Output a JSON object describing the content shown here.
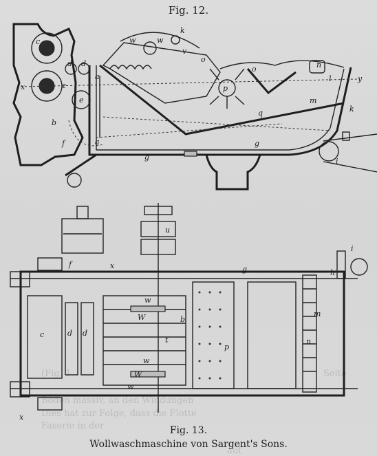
{
  "fig12": {
    "caption": "Fig. 12.",
    "labels": [
      "c",
      "z",
      "d",
      "d",
      "e",
      "b",
      "f",
      "x",
      "a",
      "a",
      "k",
      "w",
      "w",
      "v",
      "o",
      "p",
      "q",
      "o",
      "n",
      "l",
      "y",
      "m",
      "k",
      "i",
      "g",
      "g"
    ]
  },
  "fig13": {
    "caption": "Fig. 13.",
    "labels": [
      "u",
      "f",
      "x",
      "c",
      "d",
      "d",
      "w",
      "W",
      "b",
      "t",
      "p",
      "w",
      "W",
      "w",
      "g",
      "i",
      "h",
      "m",
      "n",
      "x"
    ]
  },
  "main_caption": "Wollwaschmaschine von Sargent's Sons.",
  "bleed_text": [
    "(Fig. 1",
    "Seite",
    "Boden massiv, an den Windungen",
    "Dies hat zur Folge, dass die Flotte",
    "Faserie in der",
    "auf"
  ]
}
